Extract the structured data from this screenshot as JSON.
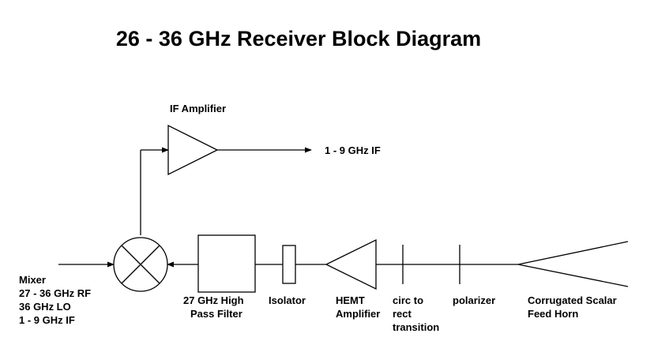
{
  "title": "26 - 36 GHz Receiver Block Diagram",
  "components": {
    "if_amplifier": "IF Amplifier",
    "if_output": "1 - 9 GHz IF",
    "mixer": [
      "Mixer",
      "27 - 36 GHz RF",
      "36 GHz LO",
      "1 - 9 GHz IF"
    ],
    "high_pass_filter": [
      "27 GHz High",
      "Pass Filter"
    ],
    "isolator": "Isolator",
    "hemt_amplifier": [
      "HEMT",
      "Amplifier"
    ],
    "transition": [
      "circ to",
      "rect",
      "transition"
    ],
    "polarizer": "polarizer",
    "feed_horn": [
      "Corrugated Scalar",
      "Feed Horn"
    ]
  }
}
